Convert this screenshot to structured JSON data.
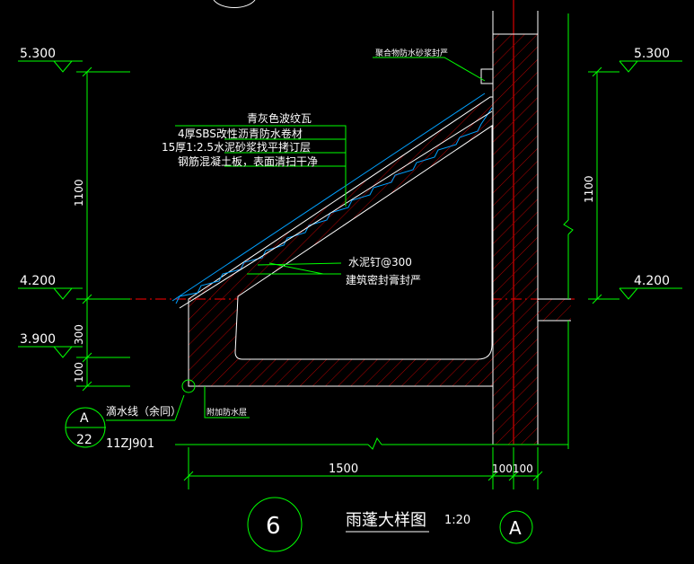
{
  "levels": {
    "left_top": "5.300",
    "left_mid": "4.200",
    "left_low": "3.900",
    "right_top": "5.300",
    "right_mid": "4.200"
  },
  "dimensions": {
    "left_1100": "1100",
    "left_300": "300",
    "left_100": "100",
    "right_1100": "1100",
    "bottom_1500": "1500",
    "bottom_100100": "100100"
  },
  "labels": {
    "top_note": "聚合物防水砂浆封严",
    "layer1": "青灰色波纹瓦",
    "layer2": "4厚SBS改性沥青防水卷材",
    "layer3": "15厚1:2.5水泥砂浆找平拷订层",
    "layer4": "钢筋混凝土板，表面清扫干净",
    "nail": "水泥钉@300",
    "seal": "建筑密封膏封严",
    "drip": "滴水线（余同）",
    "waterproof": "附加防水层",
    "standard": "11ZJ901"
  },
  "callout": {
    "top": "A",
    "bottom": "22"
  },
  "title": {
    "number": "6",
    "text": "雨蓬大样图",
    "scale": "1:20",
    "axis": "A"
  },
  "colors": {
    "dim": "#00ff00",
    "structure": "#ffffff",
    "hatch": "#ff0000",
    "axis_line": "#ff0000",
    "tile": "#00a0ff",
    "label": "#ffffff",
    "callout_circle": "#00ff00"
  }
}
